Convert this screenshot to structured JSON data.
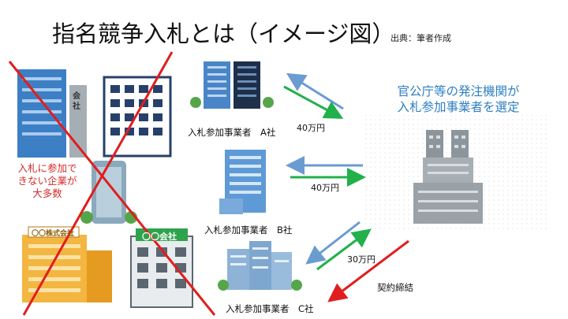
{
  "title": "指名競争入札とは（イメージ図）",
  "source": "出典：筆者作成",
  "agency": {
    "line1": "官公庁等の発注機関が",
    "line2": "入札参加事業者を選定"
  },
  "excluded": {
    "line1": "入札に参加で",
    "line2": "きない企業が",
    "line3": "大多数"
  },
  "bidders": [
    {
      "label": "入札参加事業者　A社",
      "price": "40万円"
    },
    {
      "label": "入札参加事業者　B社",
      "price": "40万円"
    },
    {
      "label": "入札参加事業者　C社",
      "price": "30万円"
    }
  ],
  "contract_label": "契約締結",
  "signs": {
    "kaisha": "会社",
    "maru_kaisha": "〇〇会社",
    "maru_kabushiki": "〇〇株式会社"
  },
  "colors": {
    "blue_arrow": "#6a9bd1",
    "green_arrow": "#22b04b",
    "red": "#e01e1e",
    "agency_text": "#2f7fc1"
  }
}
